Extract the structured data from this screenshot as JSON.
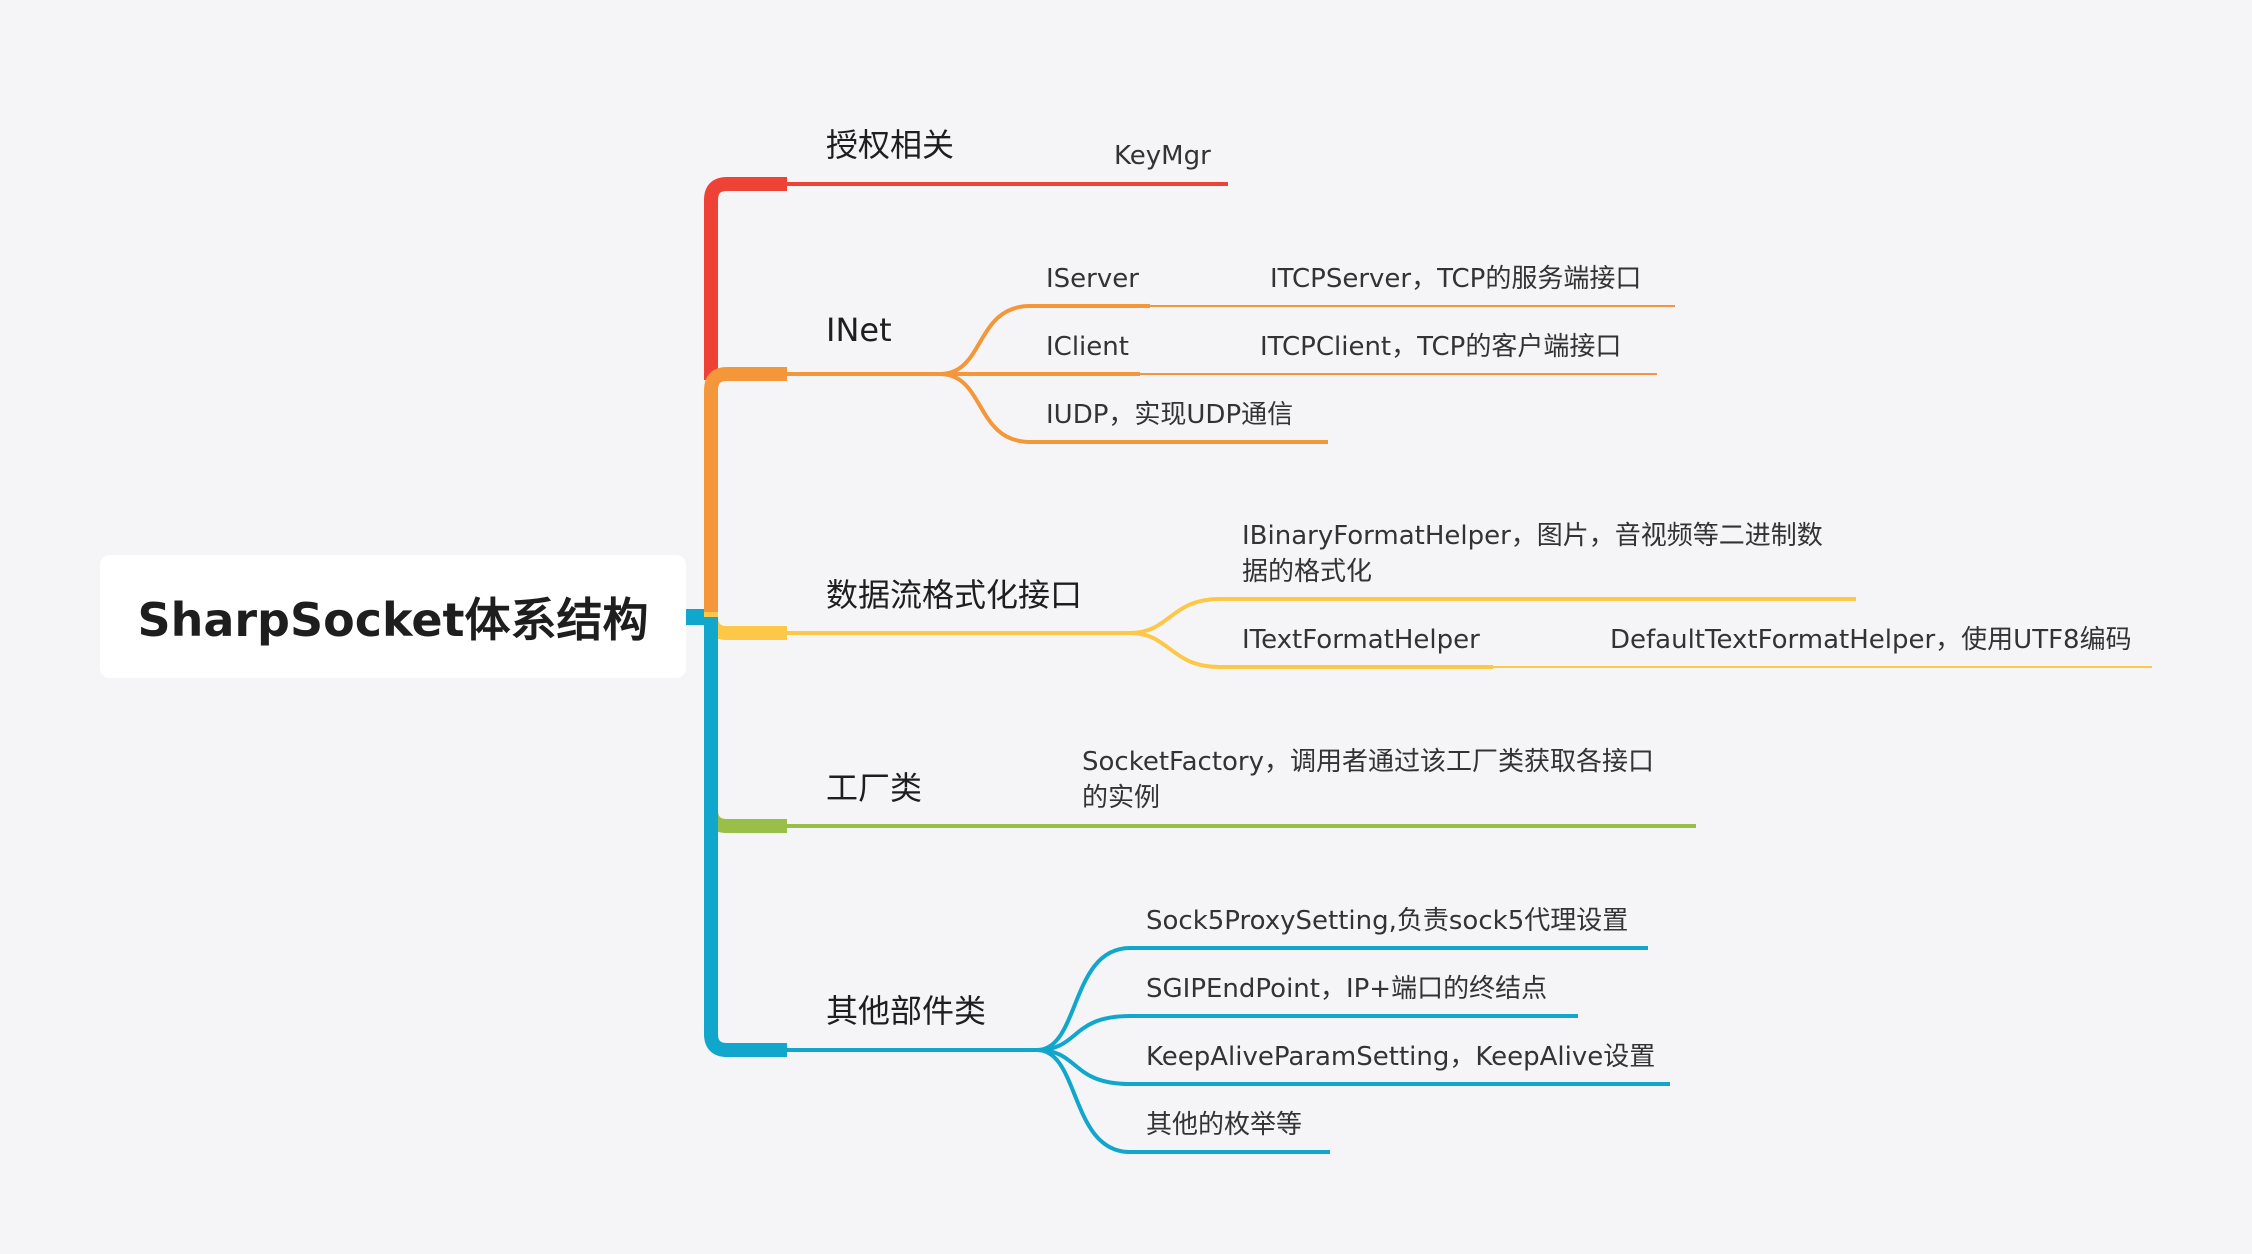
{
  "root": {
    "label": "SharpSocket体系结构"
  },
  "colors": {
    "auth": "#ee4236",
    "inet": "#f4963a",
    "format": "#fdc747",
    "factory": "#98bf48",
    "other": "#11a6cc",
    "text": "#1e1e1e",
    "background": "#f5f5f8"
  },
  "branches": {
    "auth": {
      "label": "授权相关",
      "children": [
        {
          "label": "KeyMgr"
        }
      ]
    },
    "inet": {
      "label": "INet",
      "children": [
        {
          "label": "IServer",
          "children": [
            {
              "label": "ITCPServer，TCP的服务端接口"
            }
          ]
        },
        {
          "label": "IClient",
          "children": [
            {
              "label": "ITCPClient，TCP的客户端接口"
            }
          ]
        },
        {
          "label": "IUDP，实现UDP通信"
        }
      ]
    },
    "format": {
      "label": "数据流格式化接口",
      "children": [
        {
          "label_line1": "IBinaryFormatHelper，图片，音视频等二进制数",
          "label_line2": "据的格式化"
        },
        {
          "label": "ITextFormatHelper",
          "children": [
            {
              "label": "DefaultTextFormatHelper，使用UTF8编码"
            }
          ]
        }
      ]
    },
    "factory": {
      "label": "工厂类",
      "children": [
        {
          "label_line1": "SocketFactory，调用者通过该工厂类获取各接口",
          "label_line2": "的实例"
        }
      ]
    },
    "other": {
      "label": "其他部件类",
      "children": [
        {
          "label": "Sock5ProxySetting,负责sock5代理设置"
        },
        {
          "label": "SGIPEndPoint，IP+端口的终结点"
        },
        {
          "label": "KeepAliveParamSetting，KeepAlive设置"
        },
        {
          "label": "其他的枚举等"
        }
      ]
    }
  }
}
